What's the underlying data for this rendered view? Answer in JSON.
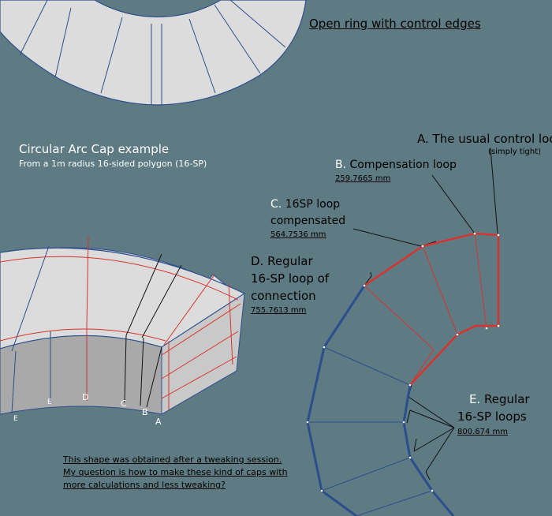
{
  "top_title": "Open ring with control edges",
  "main_title": "Circular Arc Cap example",
  "subtitle": "From a 1m radius 16-sided polygon (16-SP)",
  "labels": {
    "a_title": "A. The usual control loop",
    "a_note": "(simply tight)",
    "b_letter": "B.",
    "b_title": "Compensation loop",
    "b_value": "259.7665 mm",
    "c_letter": "C.",
    "c_line1": "16SP loop",
    "c_line2": "compensated",
    "c_value": "564.7536 mm",
    "d_line1": "D. Regular",
    "d_line2": "16-SP  loop of",
    "d_line3": "connection",
    "d_value": "755.7613 mm",
    "e_letter": "E.",
    "e_line1": "Regular",
    "e_line2": "16-SP loops",
    "e_value": "800.674 mm"
  },
  "model_edge_letters": [
    "E",
    "E",
    "D",
    "C",
    "B",
    "A"
  ],
  "note_lines": [
    "This shape was obtained after a tweaking session.",
    "My question is how to make these kind of caps with",
    "more calculations and less tweaking?"
  ],
  "colors": {
    "background": "#5e7a82",
    "surface": "#dcdcdc",
    "inner_surface": "#a9a9a9",
    "wire_blue": "#2c4e8c",
    "wire_red": "#d8342f",
    "wire_black": "#111111",
    "label_white": "#ffffff",
    "label_black": "#000000"
  }
}
